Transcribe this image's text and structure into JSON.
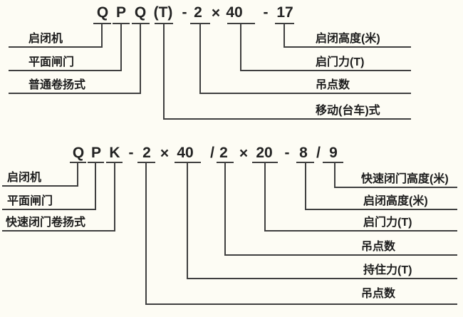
{
  "colors": {
    "background": "#FDFCF4",
    "line": "#3f3f3f",
    "text": "#1c1c1c"
  },
  "top_diagram": {
    "model_string": "QPQ(T)-2×40-17",
    "code": [
      "Q",
      "P",
      "Q",
      "(T)",
      "-",
      "2",
      "×",
      "40",
      "-",
      "17"
    ],
    "left_labels": [
      "启闭机",
      "平面闸门",
      "普通卷扬式"
    ],
    "right_labels": [
      "启闭高度(米)",
      "启门力(T)",
      "吊点数",
      "移动(台车)式"
    ]
  },
  "bottom_diagram": {
    "model_string": "QPK-2×40/2×20-8/9",
    "code": [
      "Q",
      "P",
      "K",
      "-",
      "2",
      "×",
      "40",
      "/",
      "2",
      "×",
      "20",
      "-",
      "8",
      "/",
      "9"
    ],
    "left_labels": [
      "启闭机",
      "平面闸门",
      "快速闭门卷扬式"
    ],
    "right_labels": [
      "快速闭门高度(米)",
      "启闭高度(米)",
      "启门力(T)",
      "吊点数",
      "持住力(T)",
      "吊点数"
    ]
  }
}
